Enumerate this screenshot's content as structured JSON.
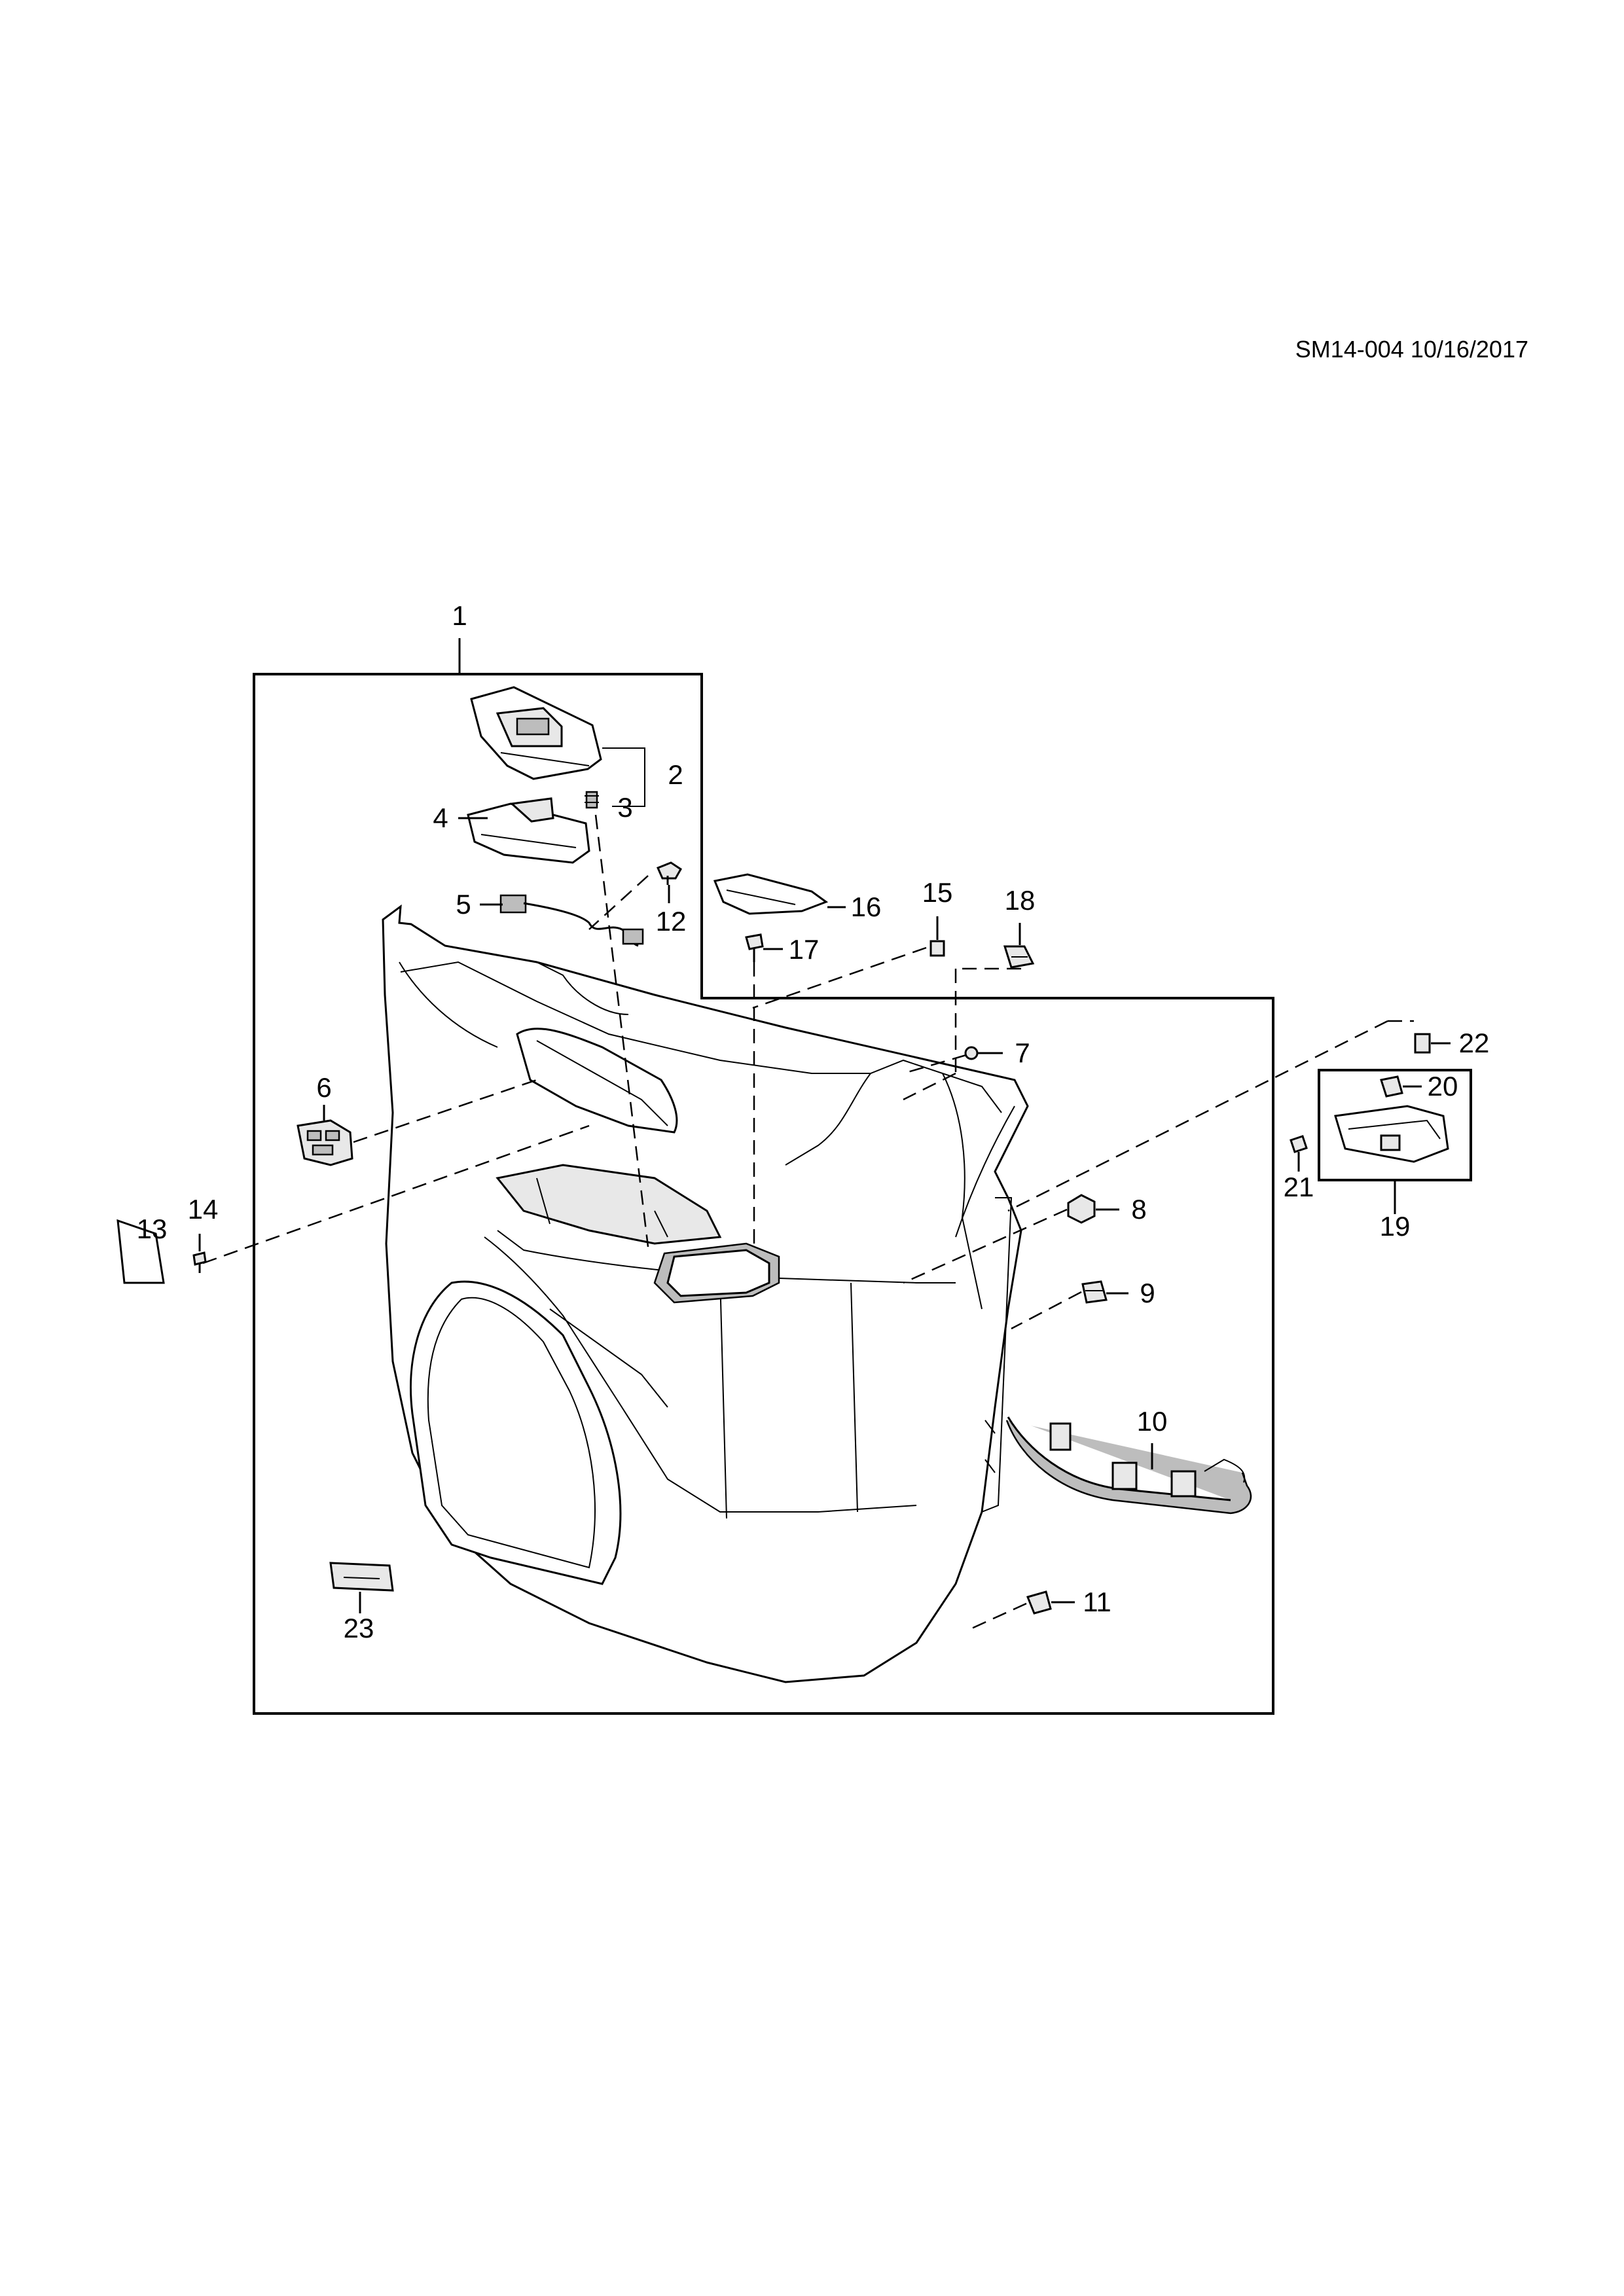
{
  "doc_id": "SM14-004 10/16/2017",
  "callouts": {
    "c1": "1",
    "c2": "2",
    "c3": "3",
    "c4": "4",
    "c5": "5",
    "c6": "6",
    "c7": "7",
    "c8": "8",
    "c9": "9",
    "c10": "10",
    "c11": "11",
    "c12": "12",
    "c13": "13",
    "c14": "14",
    "c15": "15",
    "c16": "16",
    "c17": "17",
    "c18": "18",
    "c19": "19",
    "c20": "20",
    "c21": "21",
    "c22": "22",
    "c23": "23"
  }
}
